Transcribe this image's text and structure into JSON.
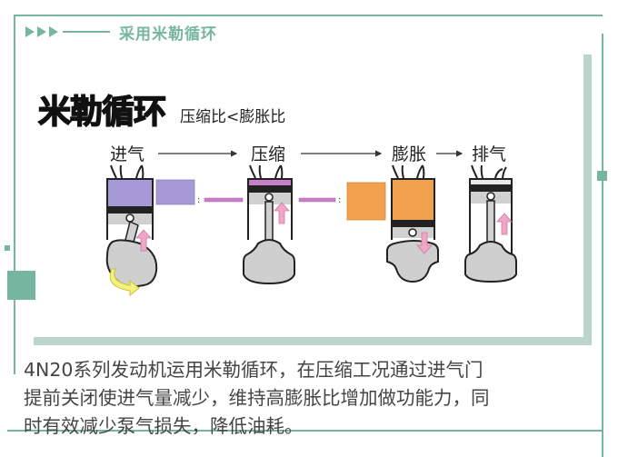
{
  "header": {
    "title": "采用米勒循环",
    "arrow_icons": [
      "play-triangle",
      "play-triangle",
      "play-triangle"
    ]
  },
  "figure": {
    "title": "米勒循环",
    "subtitle": "压缩比<膨胀比",
    "stages": [
      {
        "label": "进气",
        "stroke": "intake"
      },
      {
        "label": "压缩",
        "stroke": "compression"
      },
      {
        "label": "膨胀",
        "stroke": "expansion"
      },
      {
        "label": "排气",
        "stroke": "exhaust"
      }
    ],
    "colors": {
      "intake_gas": "#a59ad6",
      "compressed_gas": "#c77fc9",
      "expansion_gas": "#f2a24e",
      "piston_arrow": "#f0a6c8",
      "crank_arrow": "#f4f07a",
      "metal": "#d0d0d0"
    }
  },
  "body": {
    "lines": [
      "4N20系列发动机运用米勒循环，在压缩工况通过进气门",
      "提前关闭使进气量减少，维持高膨胀比增加做功能力，同",
      "时有效减少泵气损失，降低油耗。"
    ]
  },
  "theme": {
    "accent": "#76b5a0",
    "accent_pale": "#bcd5cc"
  }
}
